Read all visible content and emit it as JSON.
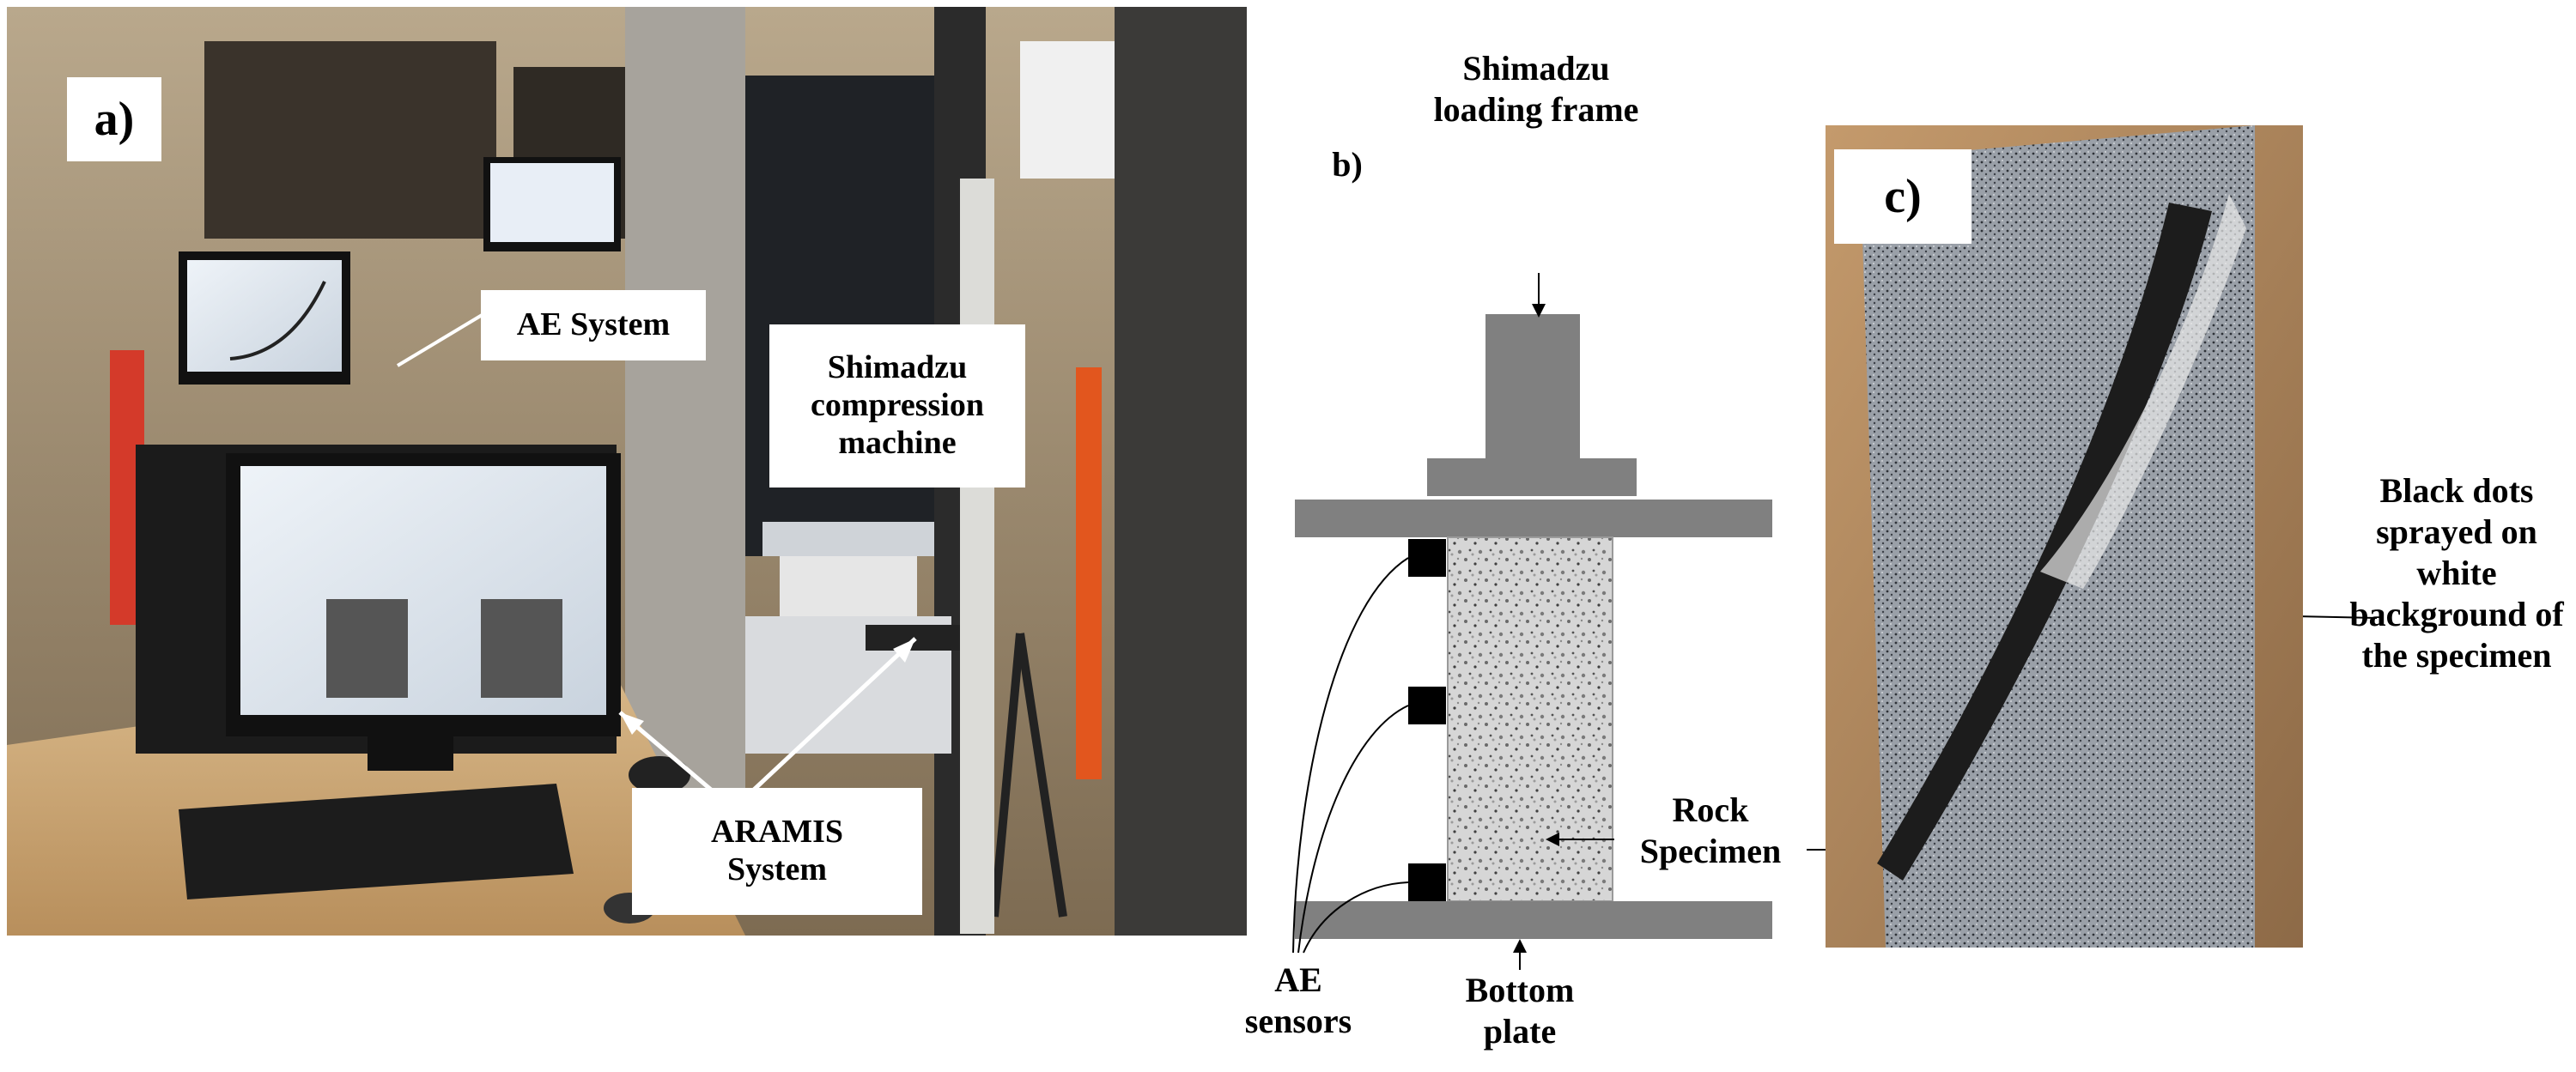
{
  "panel_a": {
    "letter": "a)",
    "callouts": {
      "ae_system": "AE System",
      "shimadzu_compression": "Shimadzu compression machine",
      "aramis": "ARAMIS System"
    }
  },
  "panel_b": {
    "letter": "b)",
    "labels": {
      "loading_frame": "Shimadzu loading frame",
      "rock_specimen": "Rock Specimen",
      "ae_sensors": "AE sensors",
      "bottom_plate": "Bottom plate"
    }
  },
  "panel_c": {
    "letter": "c)",
    "labels": {
      "black_dots": "Black dots sprayed on white background of the specimen"
    }
  },
  "colors": {
    "frame_gray": "#808080",
    "specimen_gray": "#c9c9c9",
    "sensor_black": "#000000"
  },
  "icons": [
    "arrow-icon"
  ]
}
